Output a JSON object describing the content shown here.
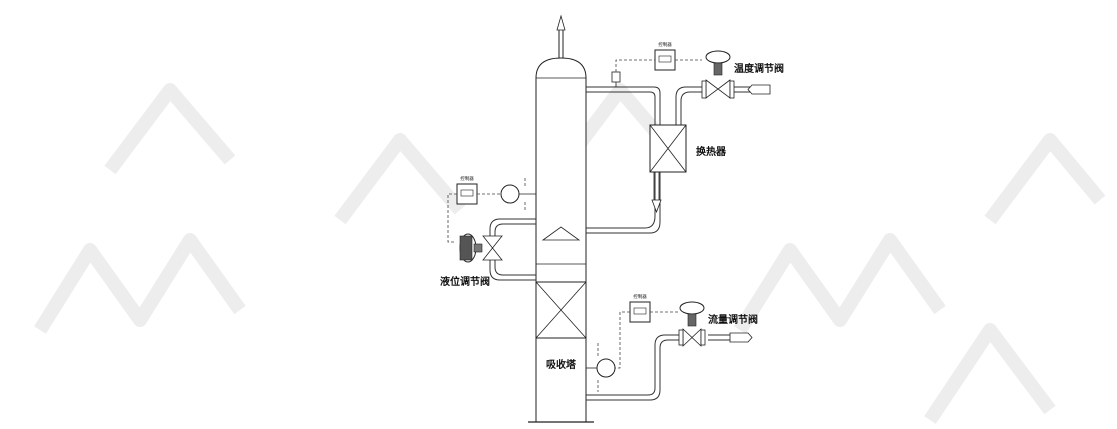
{
  "labels": {
    "temperature_valve": "温度调节阀",
    "heat_exchanger": "换热器",
    "level_valve": "液位调节阀",
    "flow_valve": "流量调节阀",
    "absorption_tower": "吸收塔",
    "controller": "控制器"
  },
  "colors": {
    "line": "#333333",
    "watermark": "#ededed",
    "background": "#ffffff"
  }
}
